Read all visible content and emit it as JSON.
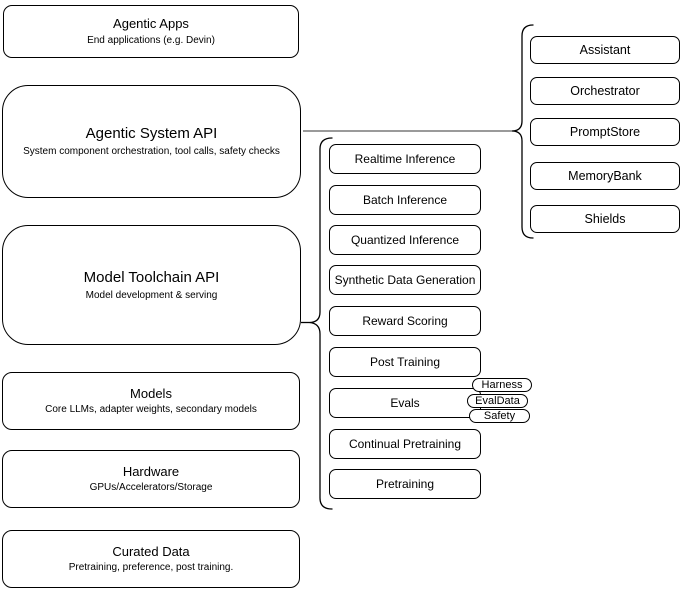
{
  "diagram": {
    "stack": [
      {
        "title": "Agentic Apps",
        "subtitle": "End applications (e.g. Devin)"
      },
      {
        "title": "Agentic System API",
        "subtitle": "System component orchestration, tool calls, safety checks"
      },
      {
        "title": "Model Toolchain API",
        "subtitle": "Model development & serving"
      },
      {
        "title": "Models",
        "subtitle": "Core LLMs, adapter weights, secondary models"
      },
      {
        "title": "Hardware",
        "subtitle": "GPUs/Accelerators/Storage"
      },
      {
        "title": "Curated Data",
        "subtitle": "Pretraining, preference, post training."
      }
    ],
    "system_api_components": [
      "Assistant",
      "Orchestrator",
      "PromptStore",
      "MemoryBank",
      "Shields"
    ],
    "toolchain_capabilities": [
      "Realtime Inference",
      "Batch Inference",
      "Quantized Inference",
      "Synthetic Data Generation",
      "Reward Scoring",
      "Post Training",
      "Evals",
      "Continual Pretraining",
      "Pretraining"
    ],
    "evals_components": [
      "Harness",
      "EvalData",
      "Safety"
    ],
    "colors": {
      "background": "#ffffff",
      "box_fill": "#ffffff",
      "box_border": "#000000",
      "text": "#000000",
      "connector_line": "#8c8c8c",
      "brace": "#000000"
    }
  }
}
